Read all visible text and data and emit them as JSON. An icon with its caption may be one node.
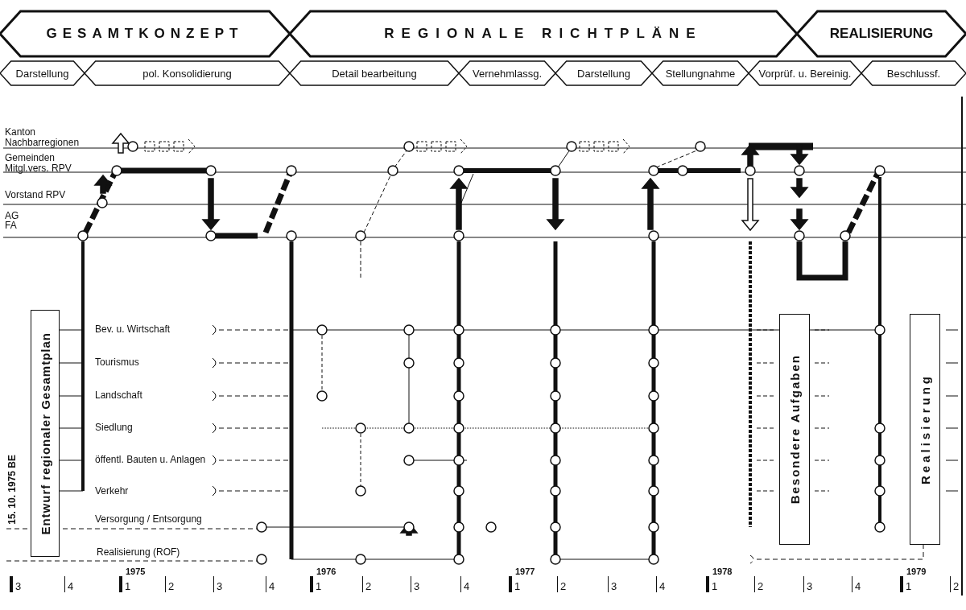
{
  "diagram": {
    "nodes": [
      {
        "text": [
          "GESAMTKONZEPT"
        ]
      },
      {
        "text": [
          "REGIONALE RICHTPLÄNE"
        ]
      },
      {
        "text": [
          "REALISIERUNG"
        ]
      },
      {
        "text": [
          "Darstellung"
        ]
      },
      {
        "text": [
          "pol. Konsolidierung"
        ]
      },
      {
        "text": [
          "Detail bearbeitung"
        ]
      },
      {
        "text": [
          "Vernehmlassg."
        ]
      },
      {
        "text": [
          "Darstellung"
        ]
      },
      {
        "text": [
          "Stellungnahme"
        ]
      },
      {
        "text": [
          "Vorprüf. u. Bereinig."
        ]
      },
      {
        "text": [
          "Beschlussf."
        ]
      },
      {
        "text": [
          "Entwurf regionaler Gesamtplan"
        ]
      },
      {
        "text": [
          "Besondere Aufgaben"
        ]
      },
      {
        "text": [
          "Realisierung"
        ]
      }
    ],
    "labels": [
      "Kanton",
      "Nachbarregionen",
      "Gemeinden",
      "Mitgl.vers. RPV",
      "Vorstand RPV",
      "AG",
      "FA",
      "Bev. u. Wirtschaft",
      "Tourismus",
      "Landschaft",
      "Siedlung",
      "öffentl. Bauten u. Anlagen",
      "Verkehr",
      "Versorgung / Entsorgung",
      "Realisierung (ROF)",
      "15. 10. 1975 BE",
      "3",
      "4",
      "1975",
      "1",
      "2",
      "3",
      "4",
      "1976",
      "1",
      "2",
      "3",
      "4",
      "1977",
      "1",
      "2",
      "3",
      "4",
      "1978",
      "1",
      "2",
      "3",
      "4",
      "1979",
      "1",
      "2"
    ]
  }
}
